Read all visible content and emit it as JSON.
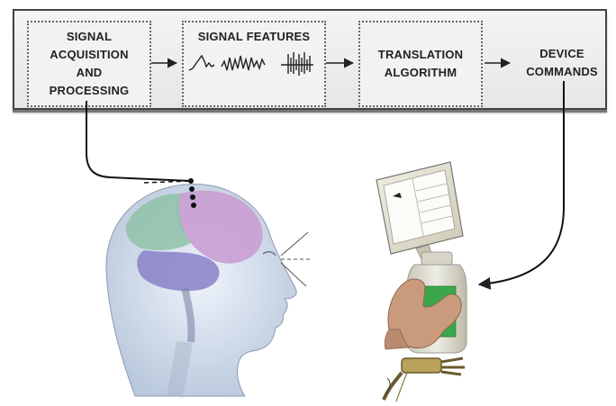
{
  "pipeline": {
    "signal_acquisition": "SIGNAL\nACQUISITION\nAND\nPROCESSING",
    "signal_features": "SIGNAL  FEATURES",
    "translation_algorithm": "TRANSLATION\nALGORITHM",
    "device_commands": "DEVICE\nCOMMANDS"
  },
  "colors": {
    "frame_border": "#444444",
    "box_fill": "#f2f2f2",
    "wire": "#222222",
    "brain_front": "#c89ad0",
    "brain_back": "#8fc2a8",
    "brain_lower": "#8a80c8",
    "monitor": "#e9e6d8",
    "bottle_label": "#3aa84a"
  },
  "icons": {
    "head": "human-head-with-brain-illustration",
    "monitor": "computer-monitor-illustration",
    "hand": "hand-holding-bottle-illustration",
    "robot_hand": "robotic-hand-illustration"
  }
}
